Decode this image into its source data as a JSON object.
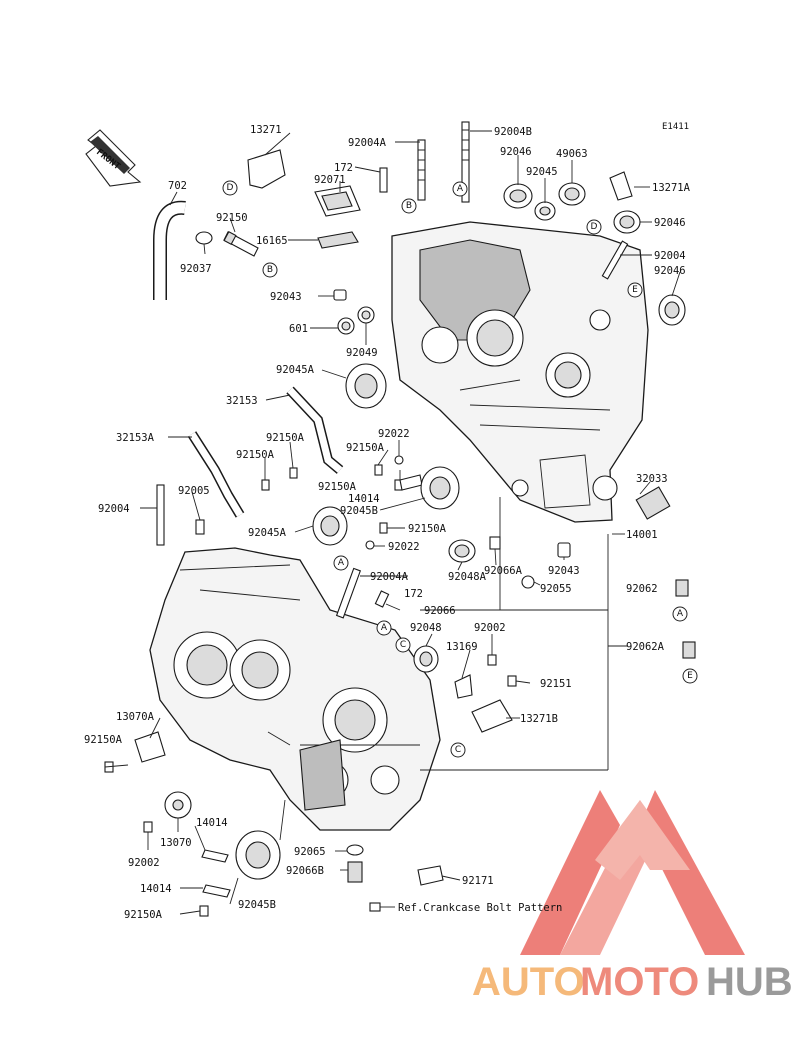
{
  "diagram_code": "E1411",
  "front_label": "FRONT",
  "reference_note": "Ref.Crankcase Bolt Pattern",
  "part_labels": {
    "p13271": "13271",
    "p92004A_top": "92004A",
    "p92004B": "92004B",
    "p172_top": "172",
    "p92071": "92071",
    "p702": "702",
    "p92150": "92150",
    "p16165": "16165",
    "p92037": "92037",
    "p92046_a": "92046",
    "p49063": "49063",
    "p92045": "92045",
    "p13271A": "13271A",
    "p92046_b": "92046",
    "p92004_r": "92004",
    "p92046_c": "92046",
    "p92043_top": "92043",
    "p601": "601",
    "p92049": "92049",
    "p92045A_top": "92045A",
    "p32153": "32153",
    "p32153A": "32153A",
    "p92150A_1": "92150A",
    "p92150A_2": "92150A",
    "p92150A_3": "92150A",
    "p92022_top": "92022",
    "p92150A_4": "92150A",
    "p14014_top": "14014",
    "p92045B_top": "92045B",
    "p32033": "32033",
    "p92004_left": "92004",
    "p92005": "92005",
    "p92045A_mid": "92045A",
    "p92150A_5": "92150A",
    "p92022_mid": "92022",
    "p92048A": "92048A",
    "p92066A": "92066A",
    "p92043_mid": "92043",
    "p14001": "14001",
    "p92055": "92055",
    "p92062": "92062",
    "p92004A_mid": "92004A",
    "p172_mid": "172",
    "p92066": "92066",
    "p92048": "92048",
    "p92002_top": "92002",
    "p13169": "13169",
    "p92062A": "92062A",
    "p92151": "92151",
    "p13271B": "13271B",
    "p13070A": "13070A",
    "p92150A_6": "92150A",
    "p14014_low": "14014",
    "p13070": "13070",
    "p92002_low": "92002",
    "p92065": "92065",
    "p92066B": "92066B",
    "p92171": "92171",
    "p14014_bot": "14014",
    "p92045B_bot": "92045B",
    "p92150A_bot": "92150A"
  },
  "callouts": {
    "A": "A",
    "B": "B",
    "C": "C",
    "D": "D",
    "E": "E"
  },
  "watermark": {
    "part1": "AUTO",
    "part2": "MOTO",
    "part3": "HUB",
    "color_auto": "#f5b97a",
    "color_moto": "#ee8a7c",
    "color_hub": "#9a9a9a",
    "logo_color": "#e8554d"
  }
}
